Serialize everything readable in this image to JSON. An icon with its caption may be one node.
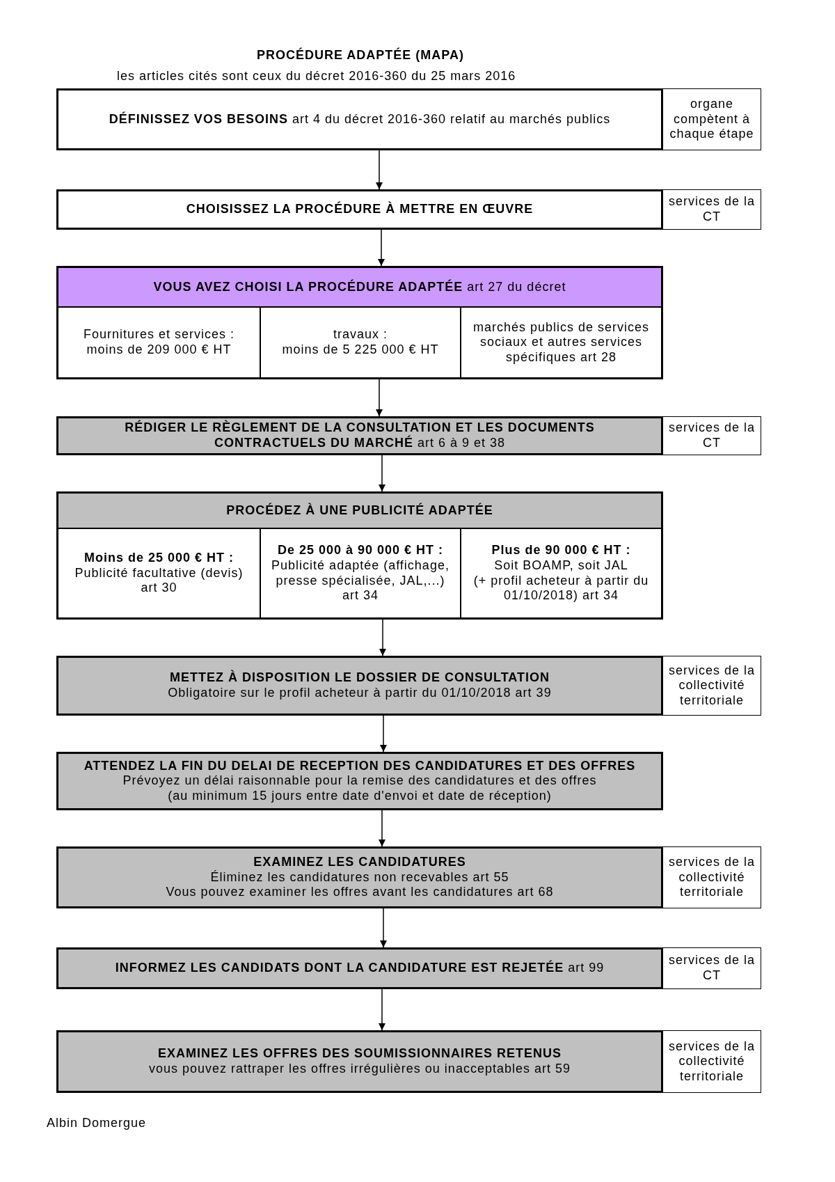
{
  "diagram": {
    "title": "PROCÉDURE ADAPTÉE (MAPA)",
    "nodes": [
      {
        "text": [
          "**DÉFINISSEZ VOS BESOINS** art 4 du décret 2016-360 relatif au marchés publics"
        ]
      },
      {
        "text": [
          "organe compètent à chaque étape"
        ]
      },
      {
        "text": [
          "CHOISISSEZ LA PROCÉDURE À METTRE EN ŒUVRE"
        ]
      },
      {
        "text": [
          "services de la CT"
        ]
      },
      {
        "text": [
          "**VOUS AVEZ CHOISI LA PROCÉDURE ADAPTÉE** art 27 du décret"
        ]
      },
      {
        "text": [
          "Fournitures et services :",
          "moins de 209 000 € HT"
        ],
        "in": 4
      },
      {
        "text": [
          "travaux :",
          "moins de 5 225 000 € HT"
        ],
        "in": 4
      },
      {
        "text": [
          "marchés publics de services sociaux et autres services spécifiques art 28"
        ],
        "in": 4
      },
      {
        "text": [
          "**RÉDIGER LE RÈGLEMENT DE LA CONSULTATION ET LES DOCUMENTS CONTRACTUELS DU MARCHÉ** art 6 à 9 et 38"
        ]
      },
      {
        "text": [
          "services de la CT"
        ]
      },
      {
        "text": [
          "PROCÉDEZ À UNE PUBLICITÉ ADAPTÉE"
        ]
      },
      {
        "text": [
          "Moins de 25 000 € HT :",
          "Publicité facultative (devis) art 30"
        ],
        "in": 10
      },
      {
        "text": [
          "De 25 000 à 90 000 € HT :",
          "Publicité adaptée (affichage, presse spécialisée, JAL,...) art 34"
        ],
        "in": 10
      },
      {
        "text": [
          "Plus de 90 000 € HT :",
          "Soit BOAMP, soit JAL",
          "(+ profil acheteur à partir du 01/10/2018) art 34"
        ],
        "in": 10
      },
      {
        "text": [
          "METTEZ À DISPOSITION LE DOSSIER DE CONSULTATION",
          "Obligatoire sur le profil acheteur à partir du 01/10/2018 art 39"
        ]
      },
      {
        "text": [
          "services de la collectivité territoriale"
        ]
      },
      {
        "text": [
          "ATTENDEZ LA FIN DU DELAI DE RECEPTION DES CANDIDATURES ET DES OFFRES",
          "Prévoyez un délai raisonnable pour la remise des candidatures et des offres",
          "(au minimum 15 jours entre date d'envoi et date de réception)"
        ]
      },
      {
        "text": [
          "EXAMINEZ LES CANDIDATURES",
          "Éliminez les candidatures non recevables art 55",
          "Vous pouvez examiner les offres avant les candidatures art 68"
        ]
      },
      {
        "text": [
          "services de la collectivité territoriale"
        ]
      },
      {
        "text": [
          "**INFORMEZ LES CANDIDATS DONT LA CANDIDATURE EST REJETÉE** art 99"
        ]
      },
      {
        "text": [
          "services de la CT"
        ]
      },
      {
        "text": [
          "EXAMINEZ LES OFFRES DES SOUMISSIONNAIRES RETENUS",
          "vous pouvez rattraper les offres irrégulières ou inacceptables art 59"
        ]
      },
      {
        "text": [
          "services de la collectivité territoriale"
        ]
      }
    ],
    "edges": [
      {
        "from": 0,
        "to": 2,
        "arrow": "to"
      },
      {
        "from": 2,
        "to": 4,
        "arrow": "to"
      },
      {
        "from": 4,
        "to": 8,
        "arrow": "to"
      },
      {
        "from": 8,
        "to": 10,
        "arrow": "to"
      },
      {
        "from": 10,
        "to": 14,
        "arrow": "to"
      },
      {
        "from": 14,
        "to": 16,
        "arrow": "to"
      },
      {
        "from": 16,
        "to": 17,
        "arrow": "to"
      },
      {
        "from": 17,
        "to": 19,
        "arrow": "to"
      },
      {
        "from": 19,
        "to": 21,
        "arrow": "to"
      }
    ],
    "labels": [
      "les articles cités sont ceux du décret 2016-360 du 25 mars 2016",
      "Albin Domergue"
    ]
  }
}
